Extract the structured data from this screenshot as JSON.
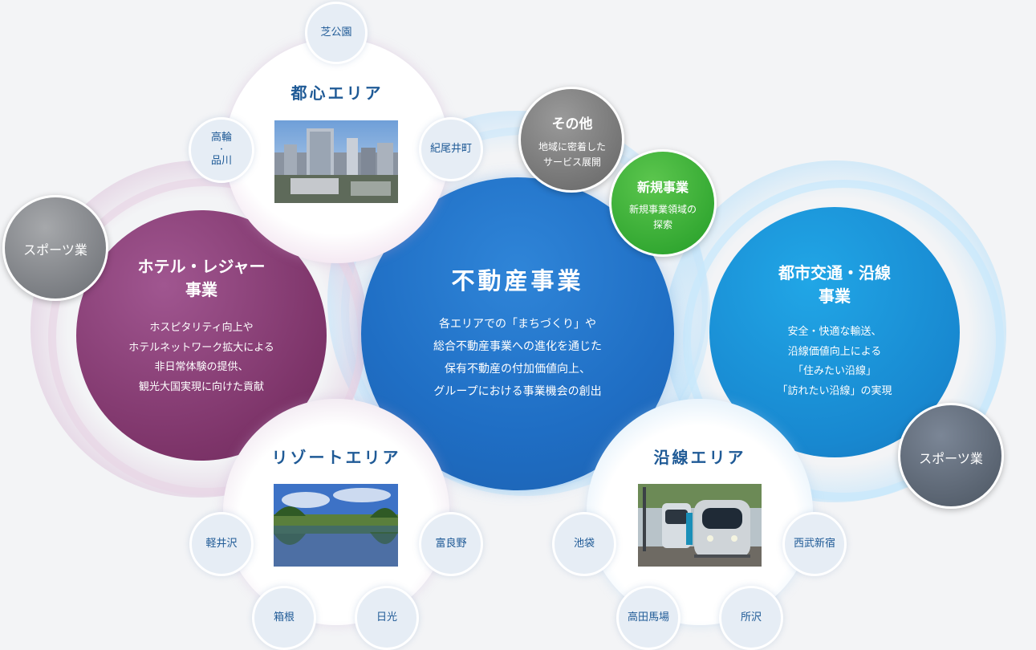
{
  "core": {
    "title": "不動産事業",
    "lines": [
      "各エリアでの「まちづくり」や",
      "総合不動産事業への進化を通じた",
      "保有不動産の付加価値向上、",
      "グループにおける事業機会の創出"
    ]
  },
  "hotel": {
    "title_l1": "ホテル・レジャー",
    "title_l2": "事業",
    "lines": [
      "ホスピタリティ向上や",
      "ホテルネットワーク拡大による",
      "非日常体験の提供、",
      "観光大国実現に向けた貢献"
    ]
  },
  "transit": {
    "title_l1": "都市交通・沿線",
    "title_l2": "事業",
    "lines": [
      "安全・快適な輸送、",
      "沿線価値向上による",
      "「住みたい沿線」",
      "「訪れたい沿線」の実現"
    ]
  },
  "other": {
    "title": "その他",
    "lines": [
      "地域に密着した",
      "サービス展開"
    ]
  },
  "new_biz": {
    "title": "新規事業",
    "lines": [
      "新規事業領域の",
      "探索"
    ]
  },
  "sports_left": "スポーツ業",
  "sports_right": "スポーツ業",
  "toshin": {
    "title": "都心エリア",
    "nodes": {
      "shiba": "芝公園",
      "takanawa": [
        "高輪",
        "・",
        "品川"
      ],
      "kioi": "紀尾井町"
    }
  },
  "resort": {
    "title": "リゾートエリア",
    "nodes": {
      "karuizawa": "軽井沢",
      "furano": "富良野",
      "hakone": "箱根",
      "nikko": "日光"
    }
  },
  "ensen": {
    "title": "沿線エリア",
    "nodes": {
      "ikebukuro": "池袋",
      "seibu_shinjuku": "西武新宿",
      "takadanobaba": "高田馬場",
      "tokorozawa": "所沢"
    }
  },
  "colors": {
    "core": "#2a7ad0",
    "hotel": "#8c3f78",
    "transit": "#1a90d8",
    "other": "#7d7d7d",
    "new_biz": "#3fb43c",
    "sports": "#8f949a",
    "area_text": "#1f5a96"
  }
}
